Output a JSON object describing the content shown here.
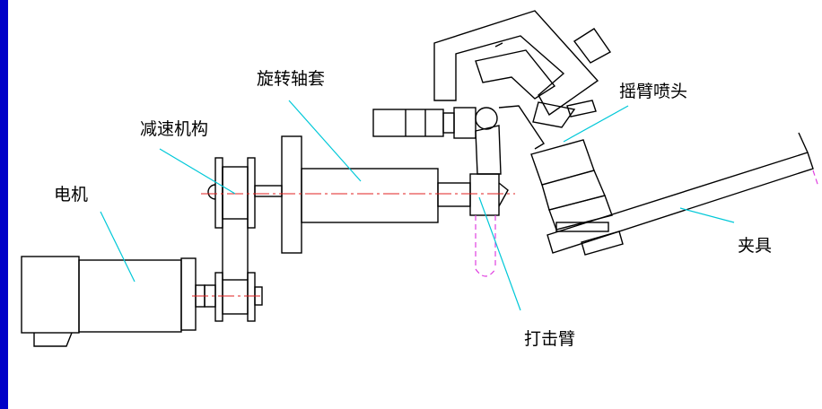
{
  "colors": {
    "outline": "#000000",
    "leader": "#00c8d8",
    "centerline": "#e02020",
    "hidden_line": "#e040e0",
    "left_bar": "#0000c8",
    "background": "#ffffff"
  },
  "labels": {
    "motor": "电机",
    "reducer": "减速机构",
    "rotary_sleeve": "旋转轴套",
    "rocker_nozzle": "摇臂喷头",
    "clamp": "夹具",
    "impact_arm": "打击臂"
  }
}
